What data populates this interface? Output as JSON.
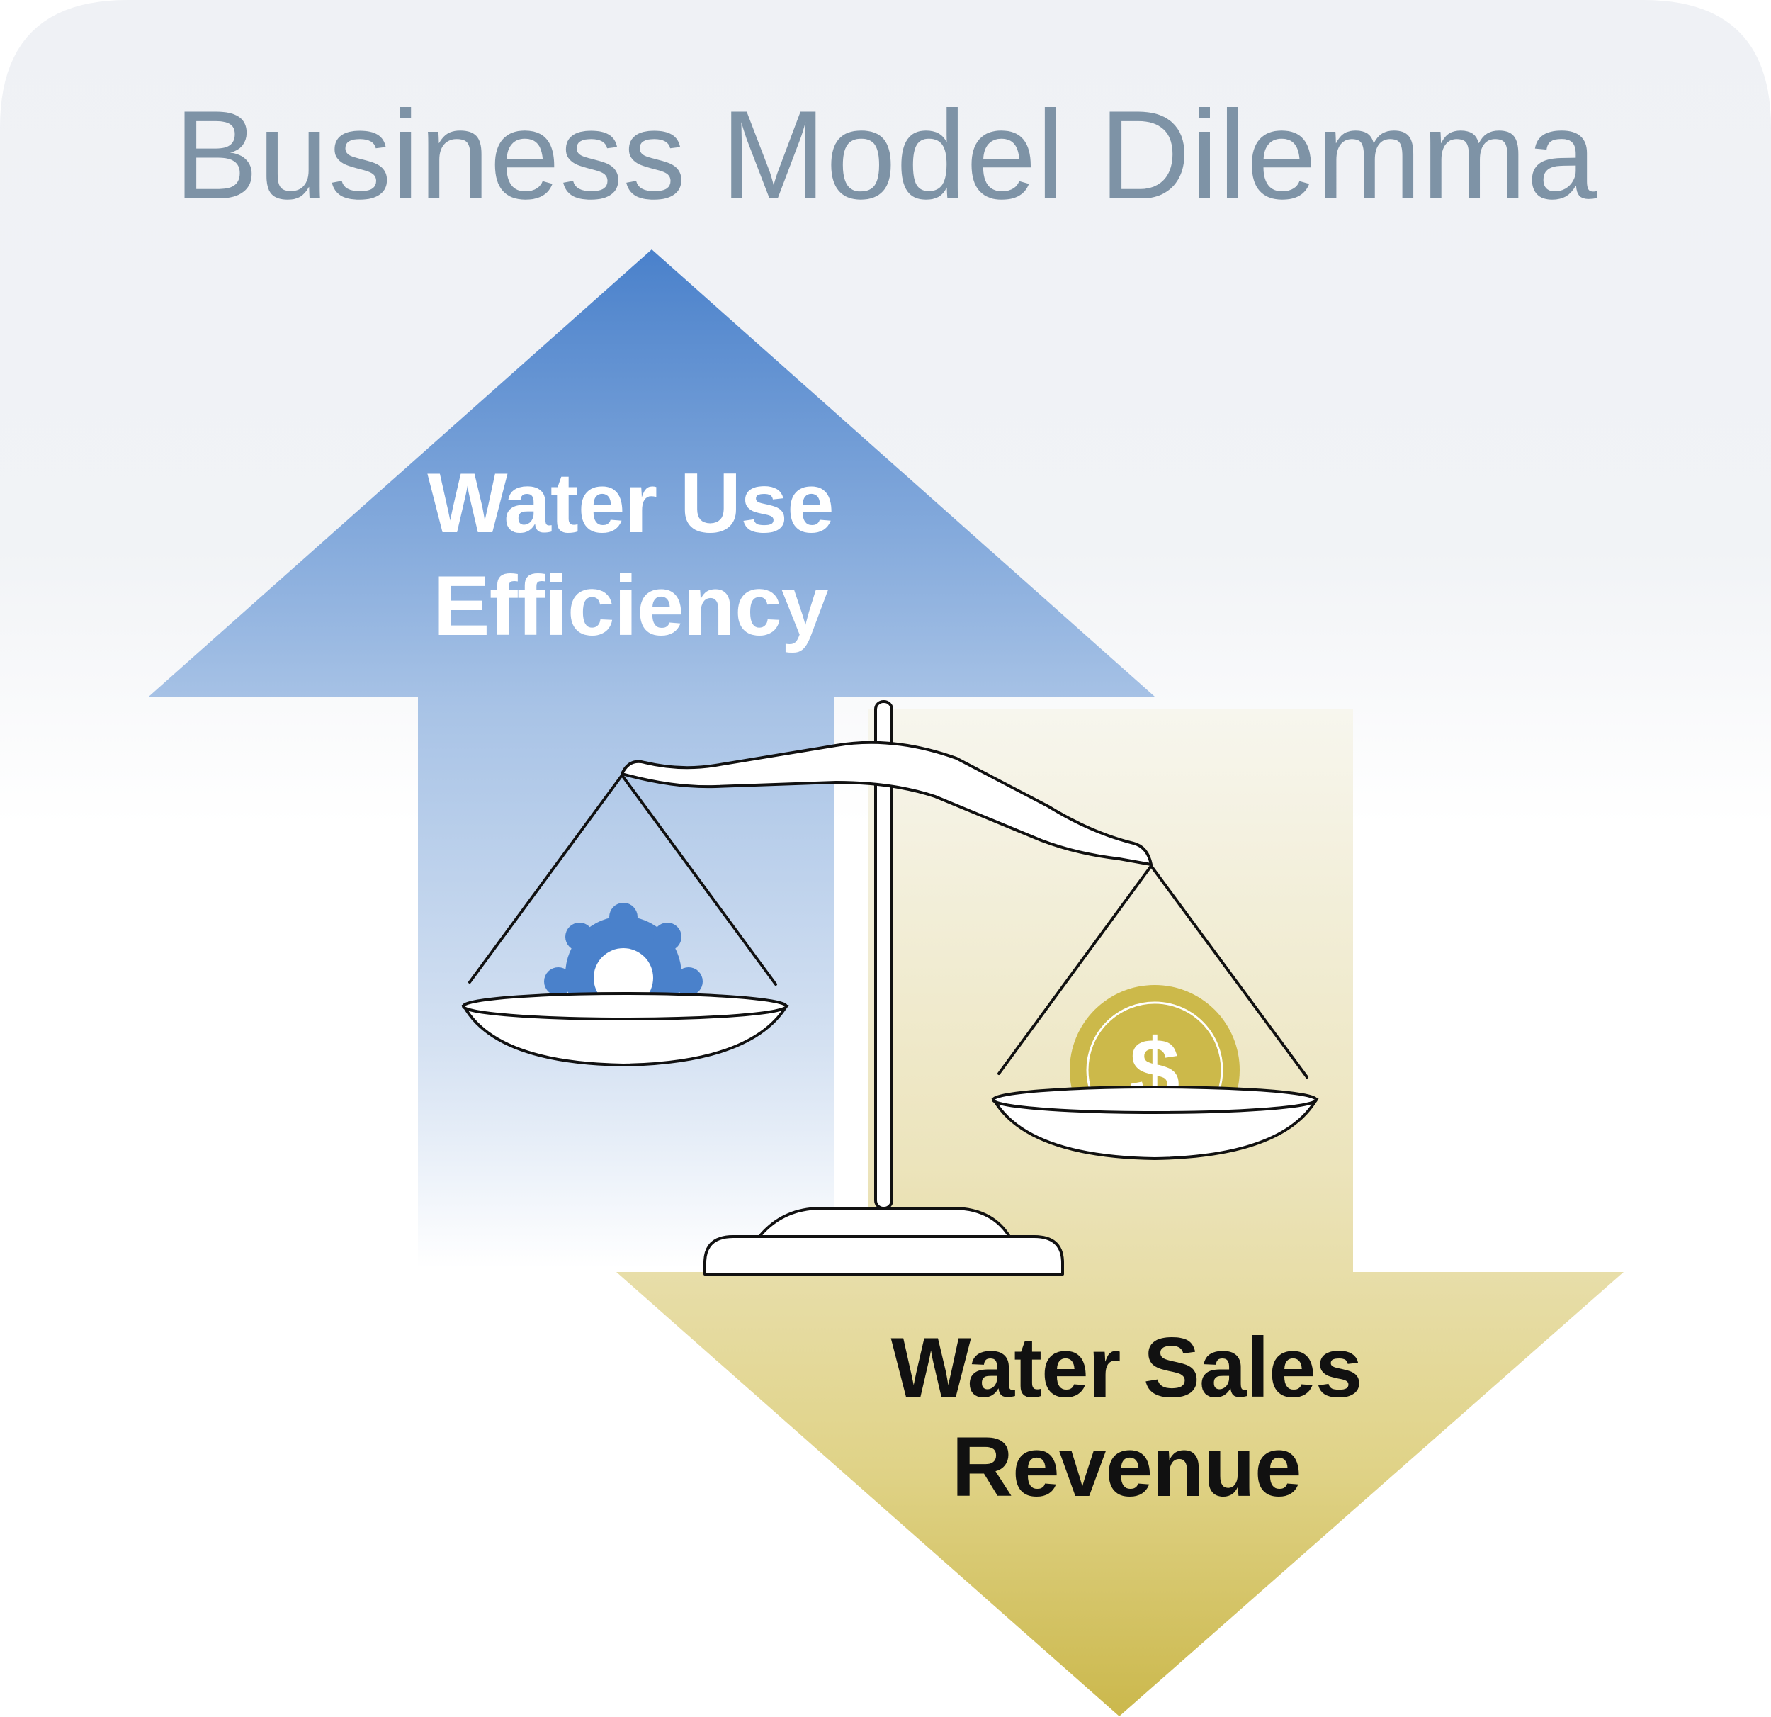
{
  "title": "Business Model Dilemma",
  "up_arrow": {
    "line1": "Water Use",
    "line2": "Efficiency"
  },
  "down_arrow": {
    "line1": "Water Sales",
    "line2": "Revenue"
  },
  "coin_symbol": "$",
  "colors": {
    "panel_top": "#eff1f5",
    "title": "#7e93a6",
    "up_arrow_top": "#4a81cb",
    "up_arrow_mid": "#a8c3e6",
    "down_arrow_top": "#f7f6ee",
    "down_arrow_bottom": "#cbb84c",
    "gear": "#4a81cb",
    "coin": "#ccb94a",
    "outline": "#111111",
    "up_text": "#ffffff",
    "down_text": "#111111"
  },
  "icons": [
    "gear-icon",
    "coin-icon",
    "balance-scale-icon"
  ]
}
